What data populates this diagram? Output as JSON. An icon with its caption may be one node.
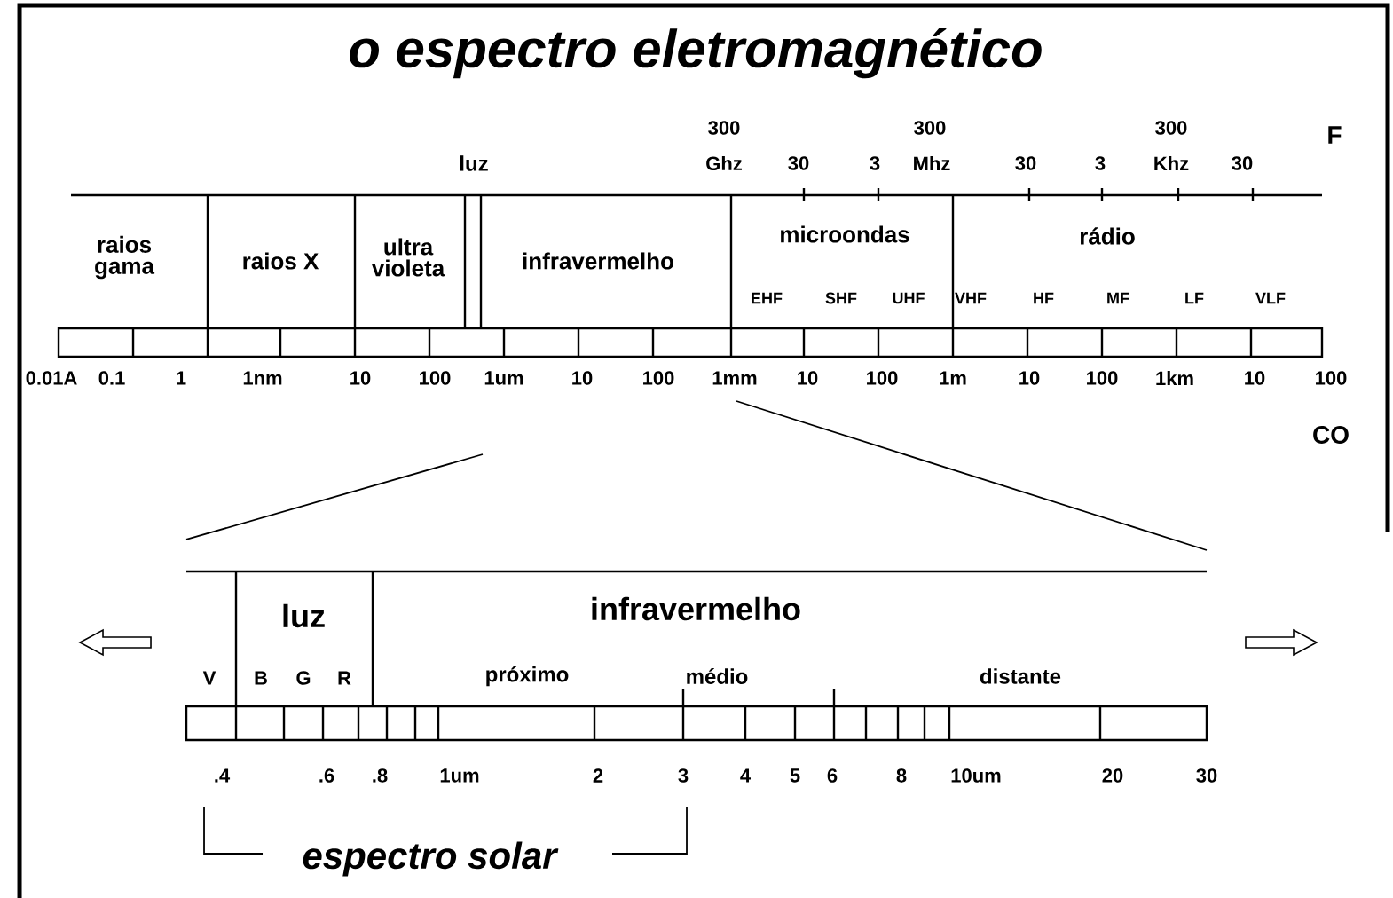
{
  "diagram": {
    "title": "o espectro eletromagnético",
    "labels": [
      "300",
      "300",
      "300",
      "F",
      "luz",
      "Ghz",
      "30",
      "3",
      "Mhz",
      "30",
      "3",
      "Khz",
      "30",
      "raios gama",
      "raios X",
      "ultra violeta",
      "infravermelho",
      "microondas",
      "rádio",
      "EHF",
      "SHF",
      "UHF",
      "VHF",
      "HF",
      "MF",
      "LF",
      "VLF",
      "0.01A",
      "0.1",
      "1",
      "1nm",
      "10",
      "100",
      "1um",
      "10",
      "100",
      "1mm",
      "10",
      "100",
      "1m",
      "10",
      "100",
      "1km",
      "10",
      "100",
      "CO",
      "luz",
      "infravermelho",
      "V",
      "B",
      "G",
      "R",
      "próximo",
      "médio",
      "distante",
      ".4",
      ".6",
      ".8",
      "1um",
      "2",
      "3",
      "4",
      "5",
      "6",
      "8",
      "10um",
      "20",
      "30",
      "espectro solar"
    ]
  }
}
